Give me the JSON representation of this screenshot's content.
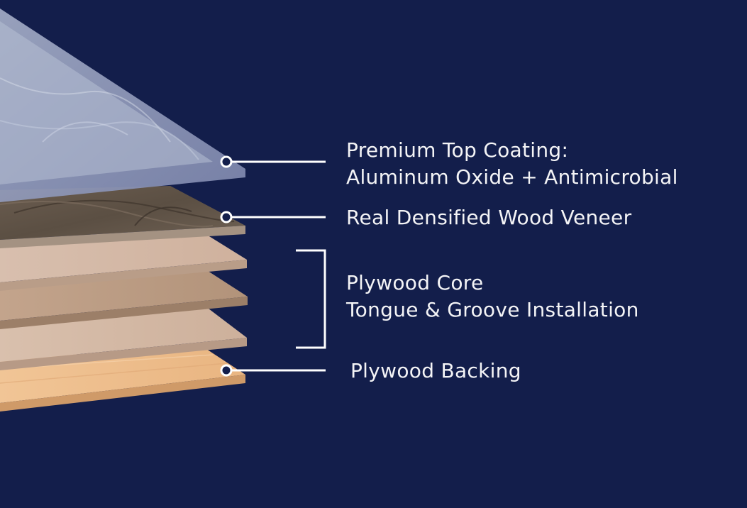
{
  "diagram": {
    "background_color": "#131e4b",
    "line_color": "#ffffff",
    "layers": [
      {
        "key": "top_coating",
        "lines": [
          "Premium Top Coating:",
          "Aluminum Oxide + Antimicrobial"
        ],
        "color": "#8e95b8"
      },
      {
        "key": "veneer",
        "lines": [
          "Real Densified Wood Veneer"
        ],
        "color": "#5f5347"
      },
      {
        "key": "core",
        "lines": [
          "Plywood Core",
          "Tongue & Groove Installation"
        ],
        "colors": [
          "#d4b9a7",
          "#b89b84",
          "#d2b7a3"
        ]
      },
      {
        "key": "backing",
        "lines": [
          "Plywood Backing"
        ],
        "color": "#efc090"
      }
    ]
  }
}
